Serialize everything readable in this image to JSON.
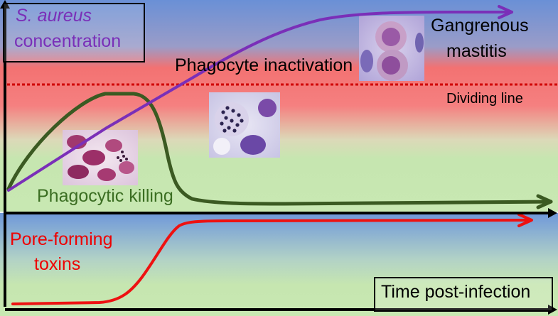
{
  "y_axis_label": {
    "line1": "S. aureus",
    "line2": "concentration"
  },
  "x_axis_label": "Time post-infection",
  "labels": {
    "gangrenous_line1": "Gangrenous",
    "gangrenous_line2": "mastitis",
    "phagocyte_inactivation": "Phagocyte inactivation",
    "dividing_line": "Dividing line",
    "phagocytic_killing": "Phagocytic killing",
    "pore_forming_line1": "Pore-forming",
    "pore_forming_line2": "toxins"
  },
  "colors": {
    "concentration_curve": "#7a2fb8",
    "killing_curve": "#3b5a22",
    "toxins_curve": "#ee1111",
    "dividing_line": "#d00000",
    "upper_zone": "#6a92d8",
    "danger_zone": "#f07070",
    "safe_zone": "#c6e6b0"
  },
  "micrographs": [
    {
      "name": "neutrophil-killing-micrograph"
    },
    {
      "name": "phagocyte-inactivation-micrograph"
    },
    {
      "name": "gangrenous-mastitis-micrograph"
    }
  ]
}
